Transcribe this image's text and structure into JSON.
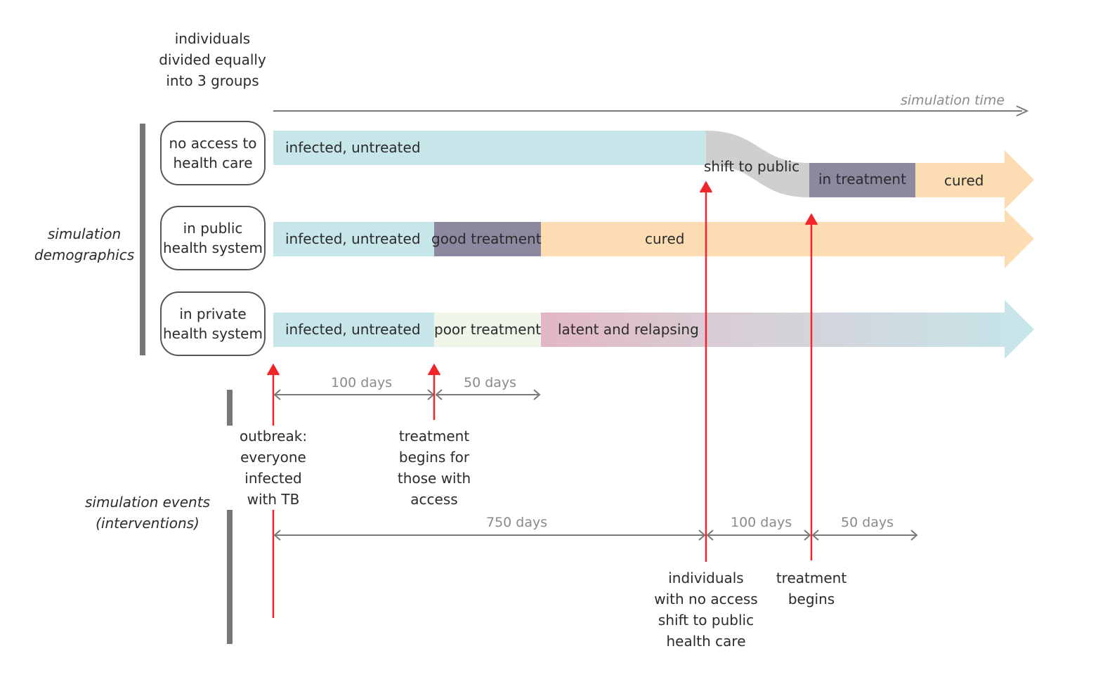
{
  "header": {
    "line1": "individuals",
    "line2": "divided equally",
    "line3": "into 3 groups"
  },
  "time_axis_label": "simulation time",
  "demographics_label": {
    "line1": "simulation",
    "line2": "demographics"
  },
  "events_label": {
    "line1": "simulation events",
    "line2": "(interventions)"
  },
  "groups": [
    {
      "line1": "no access to",
      "line2": "health care"
    },
    {
      "line1": "in public",
      "line2": "health system"
    },
    {
      "line1": "in private",
      "line2": "health system"
    }
  ],
  "rows": {
    "no_access": {
      "infected": "infected, untreated",
      "shift": "shift to public",
      "treatment": "in treatment",
      "cured": "cured"
    },
    "public": {
      "infected": "infected, untreated",
      "treatment": "good treatment",
      "cured": "cured"
    },
    "private": {
      "infected": "infected, untreated",
      "treatment": "poor treatment",
      "latent": "latent and relapsing"
    }
  },
  "durations": {
    "top_first": "100 days",
    "top_second": "50 days",
    "bottom_first": "750 days",
    "bottom_second": "100 days",
    "bottom_third": "50 days"
  },
  "events": {
    "outbreak": {
      "line1": "outbreak:",
      "line2": "everyone",
      "line3": "infected",
      "line4": "with TB"
    },
    "treatment_access": {
      "line1": "treatment",
      "line2": "begins for",
      "line3": "those with",
      "line4": "access"
    },
    "shift_public": {
      "line1": "individuals",
      "line2": "with no access",
      "line3": "shift to public",
      "line4": "health care"
    },
    "treatment_begins": {
      "line1": "treatment",
      "line2": "begins"
    }
  },
  "colors": {
    "infected": "#c6e6ea",
    "treatment": "#8c88a0",
    "cured": "#fbdcb3",
    "shift": "#cfcfcf",
    "poor_treatment": "#eef5e9",
    "latent": "#e2b6c4",
    "event_arrow": "#f0262b",
    "axis": "#7a7a7a"
  }
}
